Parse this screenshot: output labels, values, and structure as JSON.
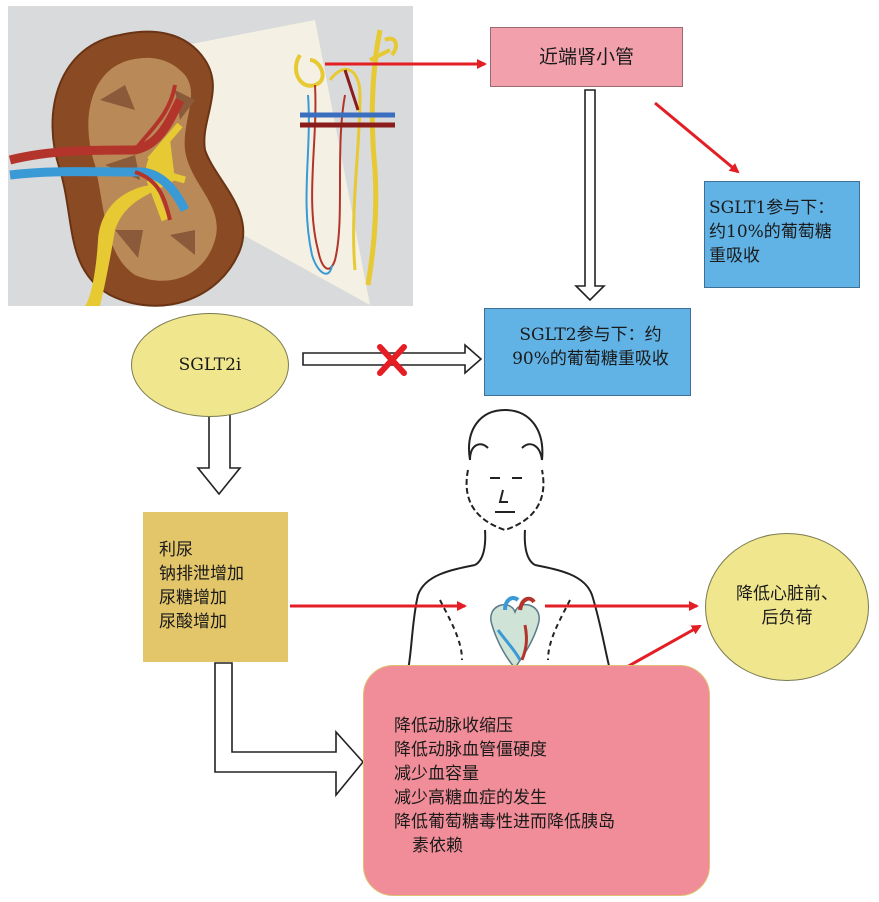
{
  "title_box": "近端肾小管",
  "sglt1_box": [
    "SGLT1参与下：",
    "约10%的葡萄糖",
    "重吸收"
  ],
  "sglt2_box": [
    "SGLT2参与下：约",
    "90%的葡萄糖重吸收"
  ],
  "drug_label": "SGLT2i",
  "effects_box": [
    "利尿",
    "钠排泄增加",
    "尿糖增加",
    "尿酸增加"
  ],
  "outcome_circle": [
    "降低心脏前、",
    "后负荷"
  ],
  "benefits_box": [
    "降低动脉收缩压",
    "降低动脉血管僵硬度",
    "减少血容量",
    "减少高糖血症的发生",
    "降低葡萄糖毒性进而降低胰岛",
    "素依赖"
  ],
  "colors": {
    "pink_box": "#f2a0ac",
    "blue_box": "#61b3e6",
    "tan_box": "#e3c56a",
    "yellow_ellipse": "#f0e68e",
    "red_arrow": "#e31e24",
    "kidney_panel": "#d9dadb"
  },
  "icons": [
    "kidney-illustration",
    "nephron-illustration",
    "human-figure",
    "heart-icon",
    "inhibition-cross-icon"
  ]
}
